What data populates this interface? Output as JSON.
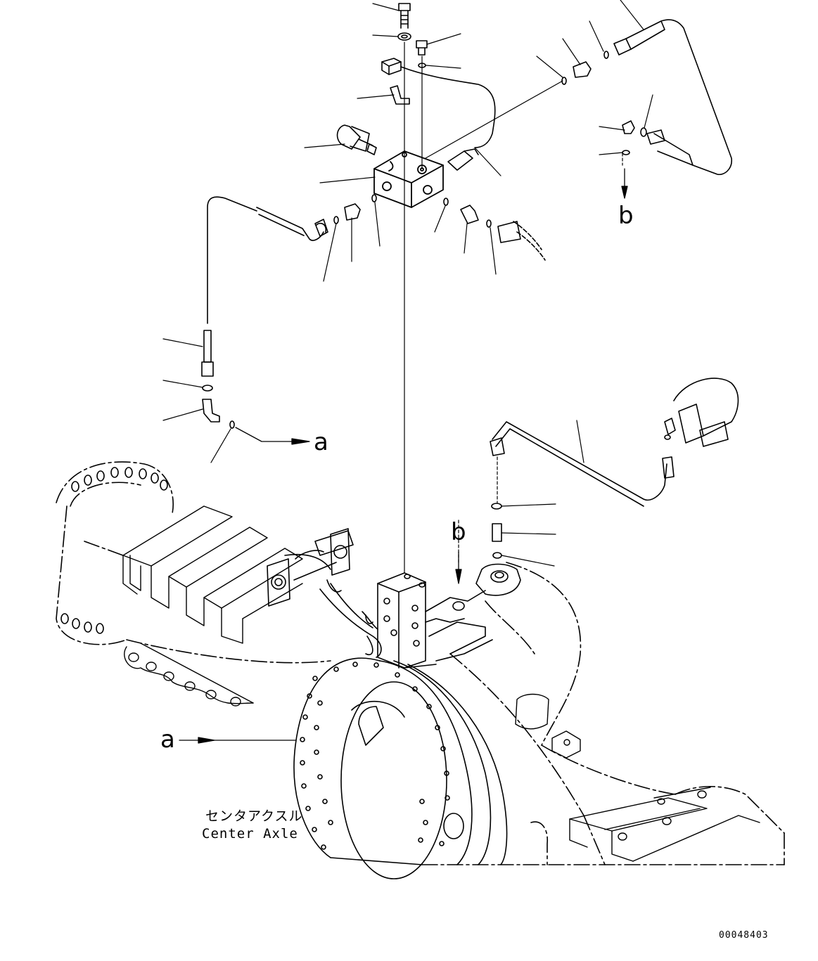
{
  "reference_letters": {
    "a_upper": "a",
    "b_upper": "b",
    "b_lower": "b",
    "a_lower": "a"
  },
  "caption": {
    "japanese": "センタアクスル",
    "english": "Center Axle"
  },
  "drawing_number": "00048403",
  "colors": {
    "ink": "#000000",
    "paper": "#ffffff"
  }
}
